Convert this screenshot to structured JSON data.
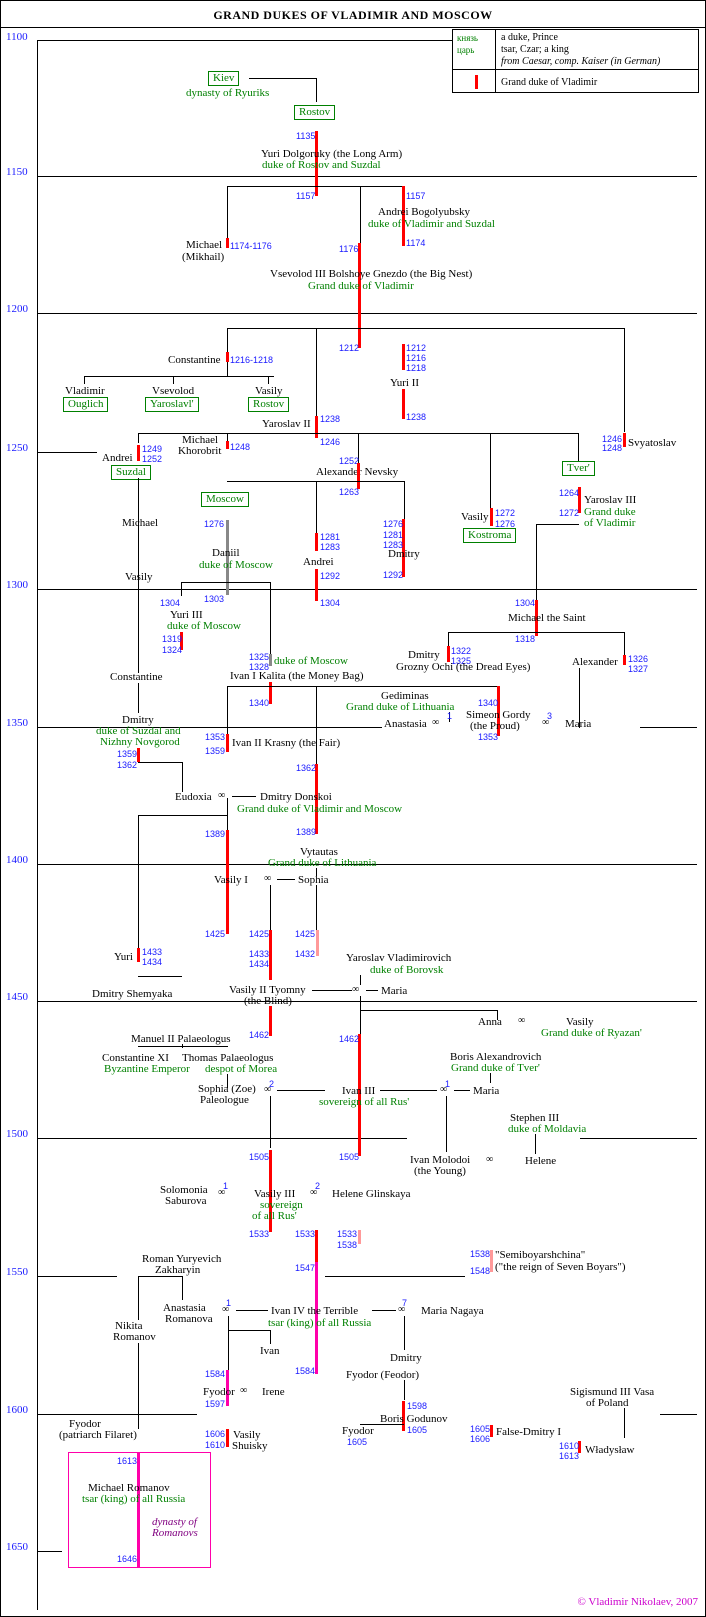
{
  "title": "GRAND DUKES OF VLADIMIR AND MOSCOW",
  "years": [
    "1100",
    "1150",
    "1200",
    "1250",
    "1300",
    "1350",
    "1400",
    "1450",
    "1500",
    "1550",
    "1600",
    "1650"
  ],
  "legend": {
    "knyaz": "князь",
    "knyaz_def": "a duke, Prince",
    "tsar": "царь",
    "tsar_def": "tsar, Czar; a king",
    "from_def": "from Caesar, comp. Kaiser (in German)",
    "bar_def": "Grand duke of Vladimir"
  },
  "boxes": {
    "kiev": "Kiev",
    "rostov": "Rostov",
    "ouglich": "Ouglich",
    "yaroslavl": "Yaroslavl'",
    "rostov2": "Rostov",
    "suzdal": "Suzdal",
    "moscow": "Moscow",
    "tver": "Tver'",
    "kostroma": "Kostroma"
  },
  "labels": {
    "ryuriks": "dynasty of Ryuriks",
    "yuri_d": "Yuri Dolgoruky (the Long Arm)",
    "yuri_d_t": "duke of Rostov and Suzdal",
    "andrei_b": "Andrei Bogolyubsky",
    "andrei_b_t": "duke of Vladimir and Suzdal",
    "michael_m": "Michael",
    "mikhail": "(Mikhail)",
    "vsevolod": "Vsevolod III Bolshoye Gnezdo (the Big Nest)",
    "vsevolod_t": "Grand duke of Vladimir",
    "constantine": "Constantine",
    "vladimir": "Vladimir",
    "vsevolod2": "Vsevolod",
    "vasily_r": "Vasily",
    "yuri2": "Yuri II",
    "yaroslav2": "Yaroslav II",
    "svyatoslav": "Svyatoslav",
    "michael_k": "Michael",
    "khorobrit": "Khorobrit",
    "andrei1": "Andrei",
    "alexander_n": "Alexander Nevsky",
    "yaroslav3": "Yaroslav III",
    "yaroslav3_t1": "Grand duke",
    "yaroslav3_t2": "of Vladimir",
    "vasily_k": "Vasily",
    "michael_s": "Michael",
    "daniil": "Daniil",
    "daniil_t": "duke of Moscow",
    "andrei2": "Andrei",
    "dmitry1": "Dmitry",
    "vasily_s": "Vasily",
    "yuri3": "Yuri III",
    "yuri3_t": "duke of Moscow",
    "michael_saint": "Michael the Saint",
    "dmitry_g": "Dmitry",
    "dmitry_g2": "Grozny Ochi (the Dread Eyes)",
    "alexander": "Alexander",
    "constantine2": "Constantine",
    "ivan1": "Ivan I Kalita (the Money Bag)",
    "ivan1_t": "duke of Moscow",
    "gediminas": "Gediminas",
    "gediminas_t": "Grand duke of Lithuania",
    "simeon": "Simeon Gordy",
    "simeon2": "(the Proud)",
    "anastasia": "Anastasia",
    "maria1": "Maria",
    "dmitry_s": "Dmitry",
    "dmitry_s_t1": "duke of Suzdal and",
    "dmitry_s_t2": "Nizhny Novgorod",
    "ivan2": "Ivan II Krasny (the Fair)",
    "eudoxia": "Eudoxia",
    "donskoi": "Dmitry Donskoi",
    "donskoi_t": "Grand duke of Vladimir and Moscow",
    "vytautas": "Vytautas",
    "vytautas_t": "Grand duke of Lithuania",
    "vasily1": "Vasily I",
    "sophia": "Sophia",
    "yuri_s": "Yuri",
    "shemyaka": "Dmitry Shemyaka",
    "yaroslav_v": "Yaroslav Vladimirovich",
    "yaroslav_v_t": "duke of Borovsk",
    "vasily2": "Vasily II Tyomny",
    "vasily2b": "(the Blind)",
    "maria2": "Maria",
    "anna": "Anna",
    "vasily_ryazan": "Vasily",
    "vasily_ryazan_t": "Grand duke of Ryazan'",
    "manuel": "Manuel II Palaeologus",
    "constantine11": "Constantine XI",
    "constantine11_t": "Byzantine Emperor",
    "thomas": "Thomas Palaeologus",
    "thomas_t": "despot of Morea",
    "boris_a": "Boris Alexandrovich",
    "boris_a_t": "Grand duke of Tver'",
    "sophia_z": "Sophia (Zoe)",
    "paleologue": "Paleologue",
    "ivan3": "Ivan III",
    "ivan3_t": "sovereign of all Rus'",
    "maria3": "Maria",
    "stephen": "Stephen III",
    "stephen_t": "duke of Moldavia",
    "ivan_m": "Ivan Molodoi",
    "ivan_m2": "(the Young)",
    "helene": "Helene",
    "solomonia": "Solomonia",
    "saburova": "Saburova",
    "vasily3": "Vasily III",
    "vasily3_t1": "sovereign",
    "vasily3_t2": "of all Rus'",
    "helene_g": "Helene Glinskaya",
    "semibo": "\"Semiboyarshchina\"",
    "semibo2": "(\"the reign of Seven Boyars\")",
    "roman": "Roman Yuryevich",
    "roman2": "Zakharyin",
    "nikita": "Nikita",
    "nikita2": "Romanov",
    "anastasia_r": "Anastasia",
    "anastasia_r2": "Romanova",
    "ivan4": "Ivan IV the Terrible",
    "ivan4_t": "tsar (king) of all Russia",
    "maria_n": "Maria Nagaya",
    "ivan_s": "Ivan",
    "dmitry_u": "Dmitry",
    "fyodor_f": "Fyodor (Feodor)",
    "fyodor1": "Fyodor",
    "irene": "Irene",
    "sigismund": "Sigismund III Vasa",
    "sigismund2": "of Poland",
    "fyodor_p": "Fyodor",
    "fyodor_p2": "(patriarch Filaret)",
    "vasily_sh": "Vasily",
    "vasily_sh2": "Shuisky",
    "boris_g": "Boris Godunov",
    "fyodor2": "Fyodor",
    "false_d": "False-Dmitry I",
    "wladyslaw": "Władysław",
    "michael_r": "Michael Romanov",
    "michael_r_t": "tsar (king) of all Russia",
    "dynasty_r1": "dynasty of",
    "dynasty_r2": "Romanovs"
  },
  "dates": {
    "d1135": "1135",
    "d1157a": "1157",
    "d1157b": "1157",
    "d1174": "1174",
    "d1174_76": "1174-1176",
    "d1176": "1176",
    "d1212a": "1212",
    "d1216_18": "1216-1218",
    "d1212b": "1212",
    "d1216": "1216",
    "d1218": "1218",
    "d1238a": "1238",
    "d1238b": "1238",
    "d1246a": "1246",
    "d1246b": "1246",
    "d1248a": "1248",
    "d1249": "1249",
    "d1252a": "1252",
    "d1248b": "1248",
    "d1252b": "1252",
    "d1263": "1263",
    "d1264": "1264",
    "d1272a": "1272",
    "d1272b": "1272",
    "d1276a": "1276",
    "d1276b": "1276",
    "d1276c": "1276",
    "d1281a": "1281",
    "d1283a": "1283",
    "d1281b": "1281",
    "d1283b": "1283",
    "d1292a": "1292",
    "d1292b": "1292",
    "d1304a": "1304",
    "d1303": "1303",
    "d1304b": "1304",
    "d1304c": "1304",
    "d1319": "1319",
    "d1324": "1324",
    "d1318": "1318",
    "d1322": "1322",
    "d1325a": "1325",
    "d1326": "1326",
    "d1327": "1327",
    "d1325b": "1325",
    "d1328": "1328",
    "d1340a": "1340",
    "d1340b": "1340",
    "d1353a": "1353",
    "d1353b": "1353",
    "d1359a": "1359",
    "d1359b": "1359",
    "d1362a": "1362",
    "d1362b": "1362",
    "d1389a": "1389",
    "d1389b": "1389",
    "d1425a": "1425",
    "d1425b": "1425",
    "d1425c": "1425",
    "d1433a": "1433",
    "d1434a": "1434",
    "d1432": "1432",
    "d1433b": "1433",
    "d1434b": "1434",
    "d1462a": "1462",
    "d1462b": "1462",
    "d1505a": "1505",
    "d1505b": "1505",
    "d1533a": "1533",
    "d1533b": "1533",
    "d1533c": "1533",
    "d1538a": "1538",
    "d1538b": "1538",
    "d1548": "1548",
    "d1547": "1547",
    "d1584a": "1584",
    "d1584b": "1584",
    "d1597": "1597",
    "d1598": "1598",
    "d1605a": "1605",
    "d1605b": "1605",
    "d1605c": "1605",
    "d1606a": "1606",
    "d1606b": "1606",
    "d1610a": "1610",
    "d1610b": "1610",
    "d1613a": "1613",
    "d1613b": "1613",
    "d1646": "1646"
  },
  "marks": {
    "n1": "1",
    "n2": "2",
    "n3": "3",
    "n7": "7",
    "ring": "∞"
  },
  "credit": "© Vladimir Nikolaev, 2007",
  "colors": {
    "reign_bar": "#ff0000",
    "tsar_bar": "#ff00aa",
    "title_green": "#008000",
    "date_blue": "#1a1aff"
  }
}
